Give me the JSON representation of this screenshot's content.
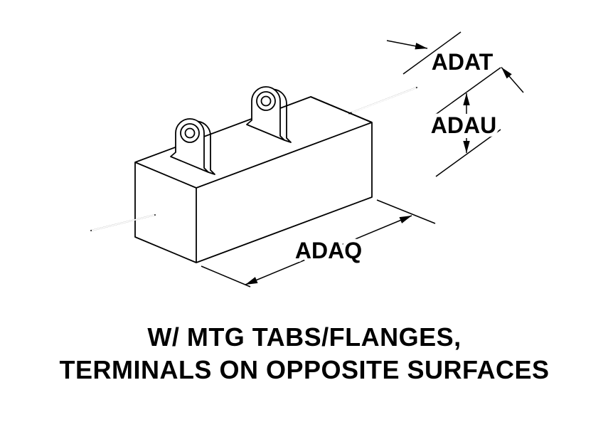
{
  "diagram": {
    "labels": {
      "adat": "ADAT",
      "adau": "ADAU",
      "adaq": "ADAQ"
    },
    "caption": {
      "line1": "W/ MTG TABS/FLANGES,",
      "line2": "TERMINALS ON OPPOSITE SURFACES"
    },
    "colors": {
      "line": "#000000",
      "background": "#ffffff"
    }
  }
}
